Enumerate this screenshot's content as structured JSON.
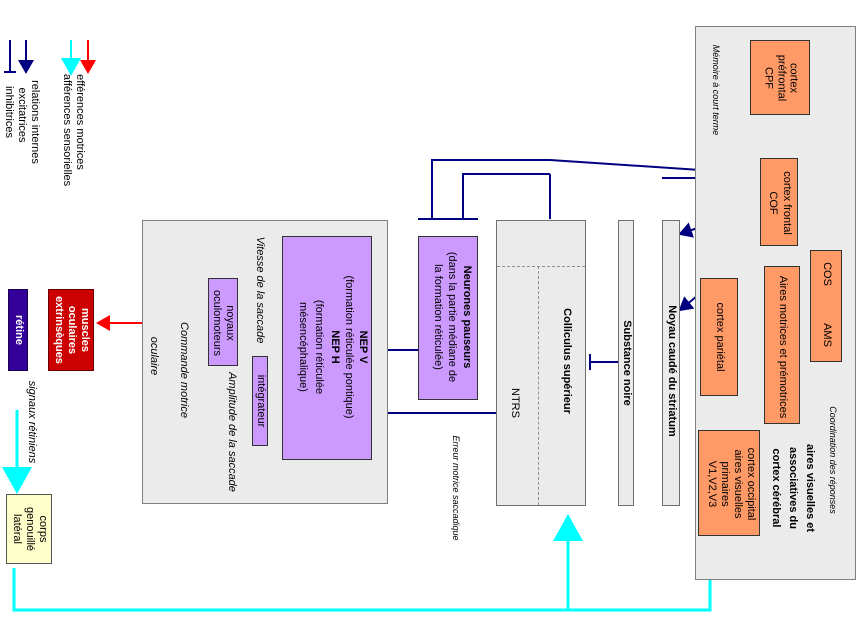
{
  "legend": {
    "motor_efferents": "efférences motrices",
    "sensory_afferents": "afférences sensorielles",
    "excitatory_relations": "relations internes",
    "excitatory_relations2": "excitatrices",
    "inhibitory": "inhibitrices"
  },
  "nodes": {
    "cpf": "cortex préfrontal CPF",
    "cof1": "cortex frontal",
    "cof2": "COF",
    "cos": "COS",
    "ams": "AMS",
    "aires_motrices": "Aires motrices et prémotrices",
    "parietal": "cortex pariétal",
    "occ1": "cortex occipital",
    "occ2": "aires visuelles",
    "occ3": "primaires",
    "occ4": "V1,V2,V3",
    "cortex_title1": "aires visuelles et",
    "cortex_title2": "associatives du",
    "cortex_title3": "cortex cérébral",
    "memoire": "Mémoire à court terme",
    "coordination": "Coordination des réponses",
    "striatum": "Noyau caudé du striatum",
    "substance_noire": "Substance noire",
    "colliculus": "Colliculus supérieur",
    "ntrs": "NTRS",
    "erreur": "Erreur motrice saccadique",
    "pauseurs1": "Neurones pauseurs",
    "pauseurs2": "(dans la partie médiane de",
    "pauseurs3": "la formation réticulée)",
    "nepv1": "NEP V",
    "nepv2": "(formation réticulée pontique)",
    "neph1": "NEP H",
    "neph2": "(formation réticulée",
    "neph3": "mésencéphalique)",
    "vitesse": "Vitesse de la saccade",
    "amplitude": "Amplitude de la saccade",
    "commande1": "Commande motrice",
    "commande2": "oculaire",
    "noyaux1": "noyaux",
    "noyaux2": "oculomoteurs",
    "integrateur": "intégrateur",
    "muscles1": "muscles",
    "muscles2": "oculaires",
    "muscles3": "extrinsèques",
    "retine": "rétine",
    "signaux": "signaux rétiniens",
    "cgl1": "corps",
    "cgl2": "genouillé",
    "cgl3": "latéral"
  },
  "colors": {
    "motor": "#ff0000",
    "sensory": "#00ffff",
    "internal": "#000080",
    "orange": "#ff9966",
    "purple": "#cc99ff",
    "muscle": "#cc0000",
    "retina": "#330099"
  }
}
